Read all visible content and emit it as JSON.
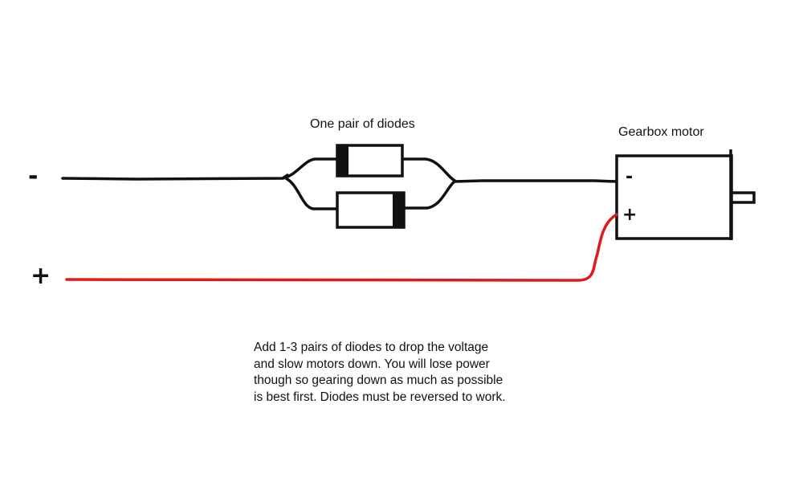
{
  "labels": {
    "diode_pair": "One pair of diodes",
    "motor": "Gearbox motor",
    "minus_terminal": "-",
    "plus_terminal": "+",
    "motor_minus": "-",
    "motor_plus": "+"
  },
  "note": {
    "lines": [
      "Add 1-3 pairs of diodes to drop the voltage",
      "and slow motors down. You will lose power",
      "though so gearing down as much as possible",
      "is best first. Diodes must be reversed to work."
    ]
  },
  "colors": {
    "wire_negative": "#111111",
    "wire_positive": "#e0191b"
  }
}
